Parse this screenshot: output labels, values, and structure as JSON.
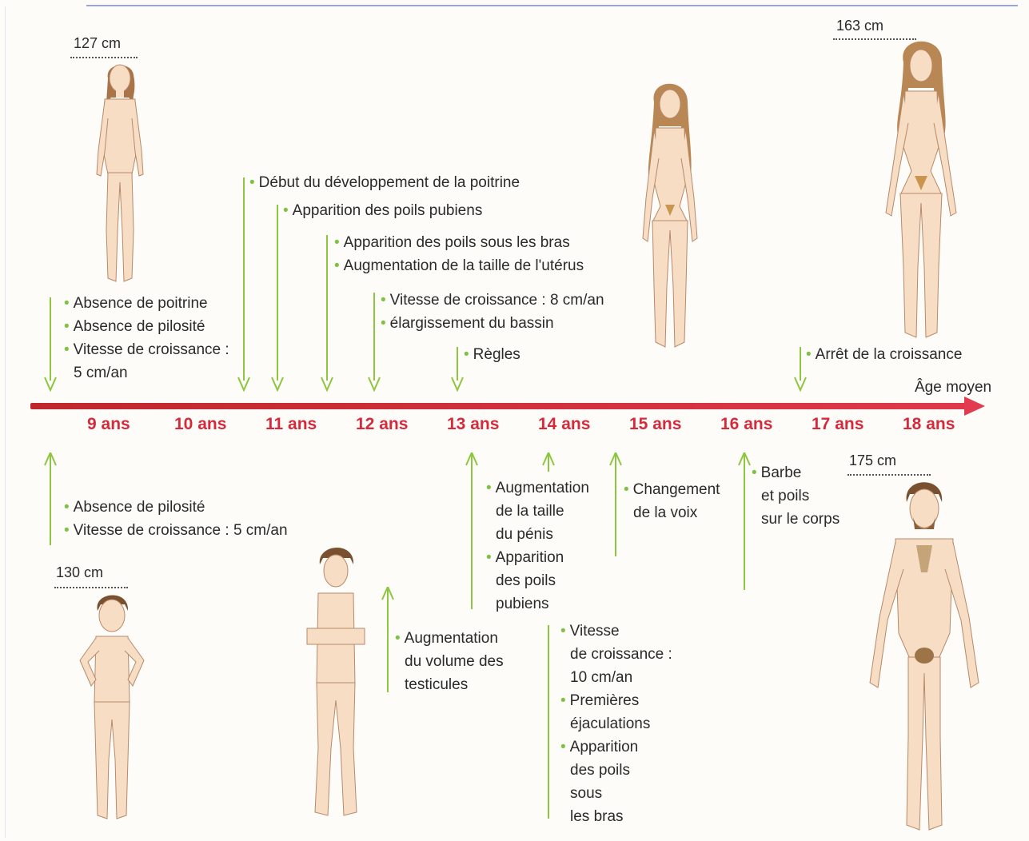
{
  "axis_title": "Âge moyen",
  "ages": [
    "9 ans",
    "10 ans",
    "11 ans",
    "12 ans",
    "13 ans",
    "14 ans",
    "15 ans",
    "16 ans",
    "17 ans",
    "18 ans"
  ],
  "heights": {
    "girl_9": "127 cm",
    "woman_18": "163 cm",
    "boy_9": "130 cm",
    "man_18": "175 cm"
  },
  "girl_events": {
    "e9": [
      "Absence de poitrine",
      "Absence de pilosité",
      "Vitesse de croissance :",
      "5 cm/an"
    ],
    "e10": [
      "Début du développement de la poitrine"
    ],
    "e11": [
      "Apparition des poils pubiens"
    ],
    "e11b": [
      "Apparition des poils sous les bras",
      "Augmentation de la taille de l'utérus"
    ],
    "e12": [
      "Vitesse de croissance : 8 cm/an",
      "élargissement du bassin"
    ],
    "e13": [
      "Règles"
    ],
    "e17": [
      "Arrêt de la croissance"
    ]
  },
  "boy_events": {
    "e9": [
      "Absence de pilosité",
      "Vitesse de croissance : 5 cm/an"
    ],
    "e12": [
      "Augmentation",
      "du volume des",
      "testicules"
    ],
    "e13": [
      "Augmentation",
      "de la taille",
      "du pénis",
      "Apparition",
      "des poils",
      "pubiens"
    ],
    "e14": [
      "Vitesse",
      "de croissance :",
      "10 cm/an",
      "Premières",
      "éjaculations",
      "Apparition",
      "des poils",
      "sous",
      "les bras"
    ],
    "e15": [
      "Changement",
      "de la voix"
    ],
    "e16": [
      "Barbe",
      "et poils",
      "sur le corps"
    ]
  },
  "colors": {
    "arrow": "#8dc63f",
    "timeline": "#d62e40",
    "age": "#d32b3c",
    "skin": "#f6ddc4",
    "skin_line": "#b8896a",
    "hair_f": "#b98753",
    "hair_m": "#7a5130"
  }
}
